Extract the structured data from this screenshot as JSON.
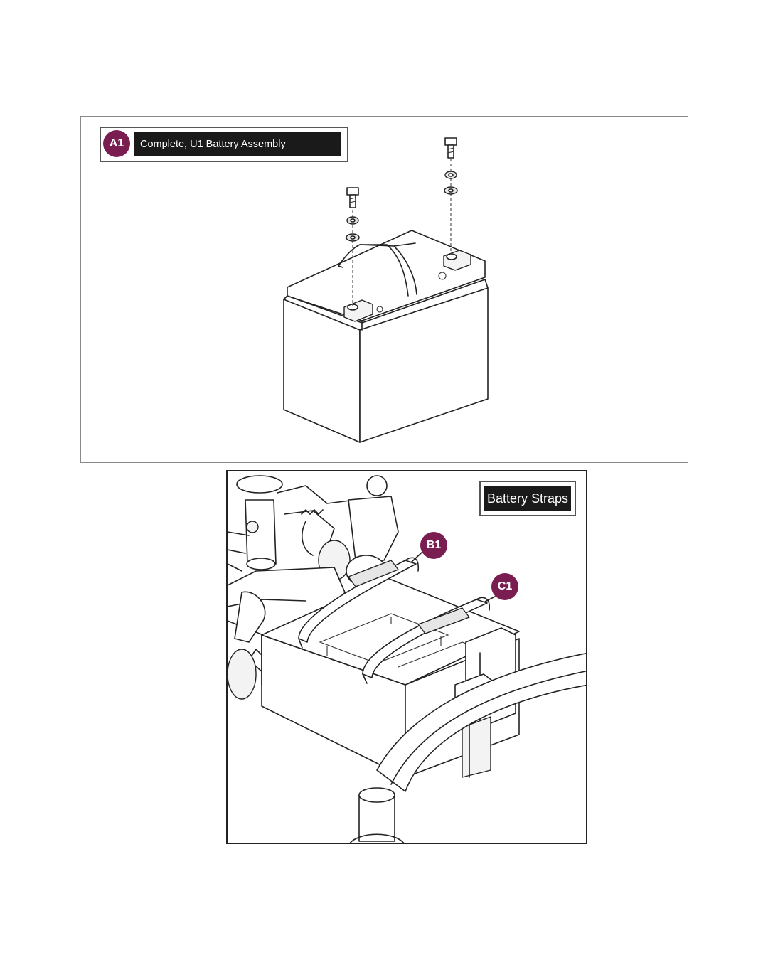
{
  "panel_a": {
    "callout": "A1",
    "title": "Complete, U1 Battery Assembly"
  },
  "panel_b": {
    "title": "Battery Straps",
    "callouts": [
      "B1",
      "C1"
    ]
  },
  "colors": {
    "callout_fill": "#7a1e52",
    "label_bar": "#1a1a1a",
    "line": "#222222"
  }
}
